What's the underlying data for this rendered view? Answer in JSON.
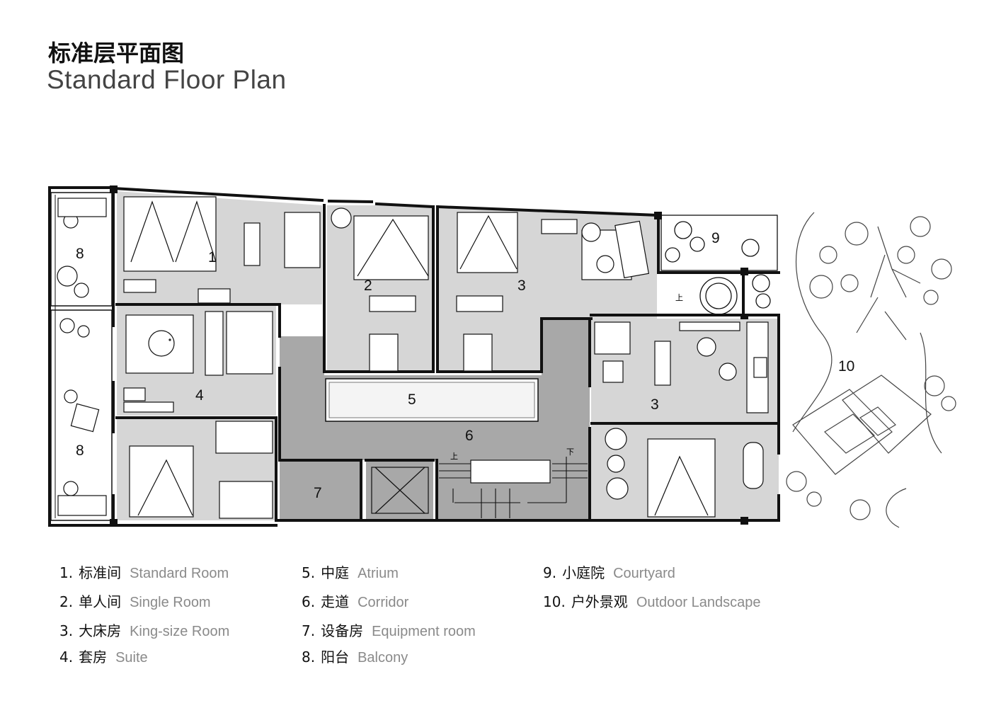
{
  "title": {
    "cn": "标准层平面图",
    "en": "Standard Floor Plan"
  },
  "rooms": {
    "r1": "1",
    "r2": "2",
    "r3a": "3",
    "r3b": "3",
    "r4": "4",
    "r5": "5",
    "r6": "6",
    "r7": "7",
    "r8a": "8",
    "r8b": "8",
    "r9": "9",
    "r10": "10"
  },
  "stairs": {
    "up_a": "上",
    "up_b": "上",
    "down": "下"
  },
  "legend": [
    {
      "num": "1.",
      "cn": "标准间",
      "en": "Standard Room"
    },
    {
      "num": "2.",
      "cn": "单人间",
      "en": "Single Room"
    },
    {
      "num": "3.",
      "cn": "大床房",
      "en": "King-size  Room"
    },
    {
      "num": "4.",
      "cn": "套房",
      "en": "Suite"
    },
    {
      "num": "5.",
      "cn": "中庭",
      "en": "Atrium"
    },
    {
      "num": "6.",
      "cn": "走道",
      "en": "Corridor"
    },
    {
      "num": "7.",
      "cn": "设备房",
      "en": "Equipment room"
    },
    {
      "num": "8.",
      "cn": "阳台",
      "en": "Balcony"
    },
    {
      "num": "9.",
      "cn": "小庭院",
      "en": "Courtyard"
    },
    {
      "num": "10.",
      "cn": "户外景观",
      "en": "Outdoor  Landscape"
    }
  ],
  "colors": {
    "room_fill": "#d6d6d6",
    "corridor_fill": "#a8a8a8",
    "wall": "#111111",
    "legend_en": "#8a8a8a"
  }
}
